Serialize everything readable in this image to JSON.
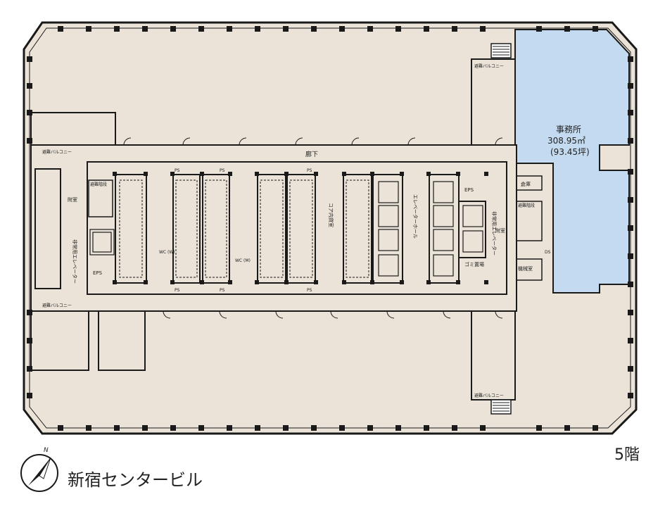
{
  "building": {
    "name": "新宿センタービル",
    "floor": "5階"
  },
  "compass": {
    "label": "N"
  },
  "office": {
    "name": "事務所",
    "area_m2": "308.95㎡",
    "area_tsubo": "(93.45坪)"
  },
  "rooms": {
    "corridor": "廊下",
    "refuge_balcony": "避難バルコニー",
    "anteroom": "附室",
    "emergency_elevator": "非常用エレベーター",
    "eps": "EPS",
    "ps": "PS",
    "wc_women": "WC (W)",
    "wc_men": "WC (M)",
    "core_rental": "コア内貸室",
    "elevator_hall": "エレベーターホール",
    "storage": "倉庫",
    "machine_room": "機械室",
    "garbage": "ゴミ置場",
    "ds": "DS",
    "stairs": "避難階段"
  },
  "colors": {
    "office_fill": "#c4daf0",
    "floor_fill": "#ebe3d8",
    "wall": "#1a1a1a"
  }
}
